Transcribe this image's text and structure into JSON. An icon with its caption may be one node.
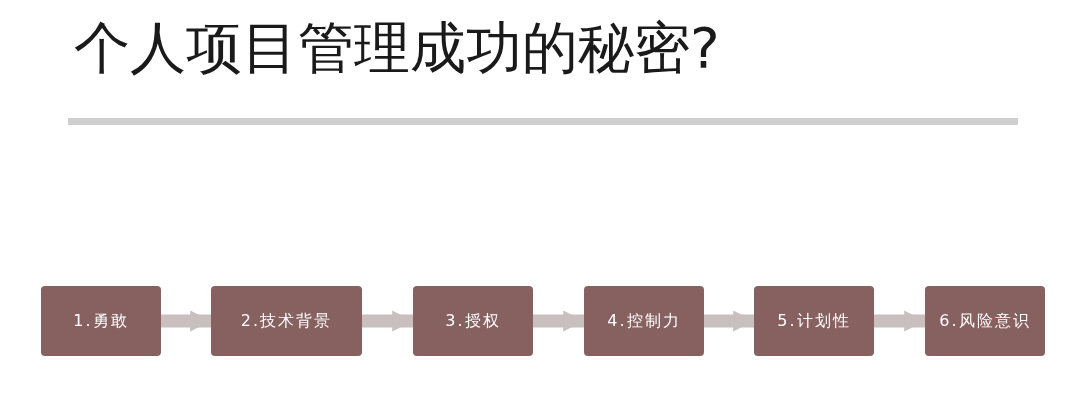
{
  "diagram": {
    "title": "个人项目管理成功的秘密?",
    "nodes": [
      {
        "text": [
          "1.勇敢"
        ]
      },
      {
        "text": [
          "2.技术背景"
        ]
      },
      {
        "text": [
          "3.授权"
        ]
      },
      {
        "text": [
          "4.控制力"
        ]
      },
      {
        "text": [
          "5.计划性"
        ]
      },
      {
        "text": [
          "6.风险意识"
        ]
      }
    ],
    "edges": [
      {
        "from": 0,
        "to": 1,
        "arrow": "to"
      },
      {
        "from": 1,
        "to": 2,
        "arrow": "to"
      },
      {
        "from": 2,
        "to": 3,
        "arrow": "to"
      },
      {
        "from": 3,
        "to": 4,
        "arrow": "to"
      },
      {
        "from": 4,
        "to": 5,
        "arrow": "to"
      }
    ]
  }
}
